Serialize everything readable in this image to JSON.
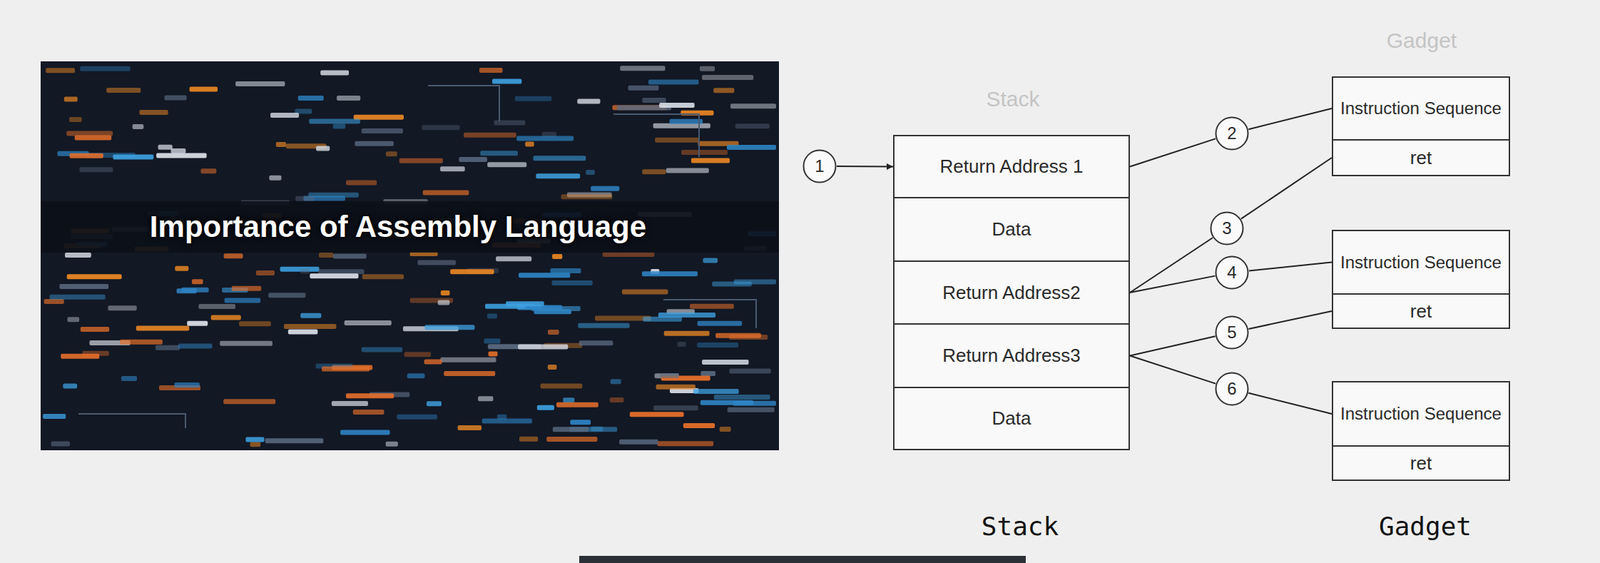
{
  "diagram": {
    "nodes": [
      {
        "text": [
          "1"
        ]
      },
      {
        "text": [
          "Return Address 1"
        ]
      },
      {
        "text": [
          "Data"
        ]
      },
      {
        "text": [
          "Return Address2"
        ]
      },
      {
        "text": [
          "Return Address3"
        ]
      },
      {
        "text": [
          "Data"
        ]
      },
      {
        "text": [
          "2"
        ]
      },
      {
        "text": [
          "3"
        ]
      },
      {
        "text": [
          "4"
        ]
      },
      {
        "text": [
          "5"
        ]
      },
      {
        "text": [
          "6"
        ]
      },
      {
        "text": [
          "Instruction Sequence"
        ]
      },
      {
        "text": [
          "ret"
        ]
      },
      {
        "text": [
          "Instruction Sequence"
        ]
      },
      {
        "text": [
          "ret"
        ]
      },
      {
        "text": [
          "Instruction Sequence"
        ]
      },
      {
        "text": [
          "ret"
        ]
      }
    ],
    "edges": [
      {
        "from": 0,
        "to": 1,
        "arrow": "to"
      },
      {
        "from": 1,
        "to": 6,
        "arrow": "none"
      },
      {
        "from": 6,
        "to": 11,
        "arrow": "none"
      },
      {
        "from": 3,
        "to": 7,
        "arrow": "none"
      },
      {
        "from": 7,
        "to": 12,
        "arrow": "none"
      },
      {
        "from": 3,
        "to": 8,
        "arrow": "none"
      },
      {
        "from": 8,
        "to": 13,
        "arrow": "none"
      },
      {
        "from": 4,
        "to": 9,
        "arrow": "none"
      },
      {
        "from": 9,
        "to": 14,
        "arrow": "none"
      },
      {
        "from": 4,
        "to": 10,
        "arrow": "none"
      },
      {
        "from": 10,
        "to": 15,
        "arrow": "none"
      }
    ],
    "labels": [
      "Importance of Assembly Language",
      "Stack",
      "Gadget",
      "Stack",
      "Gadget"
    ]
  }
}
